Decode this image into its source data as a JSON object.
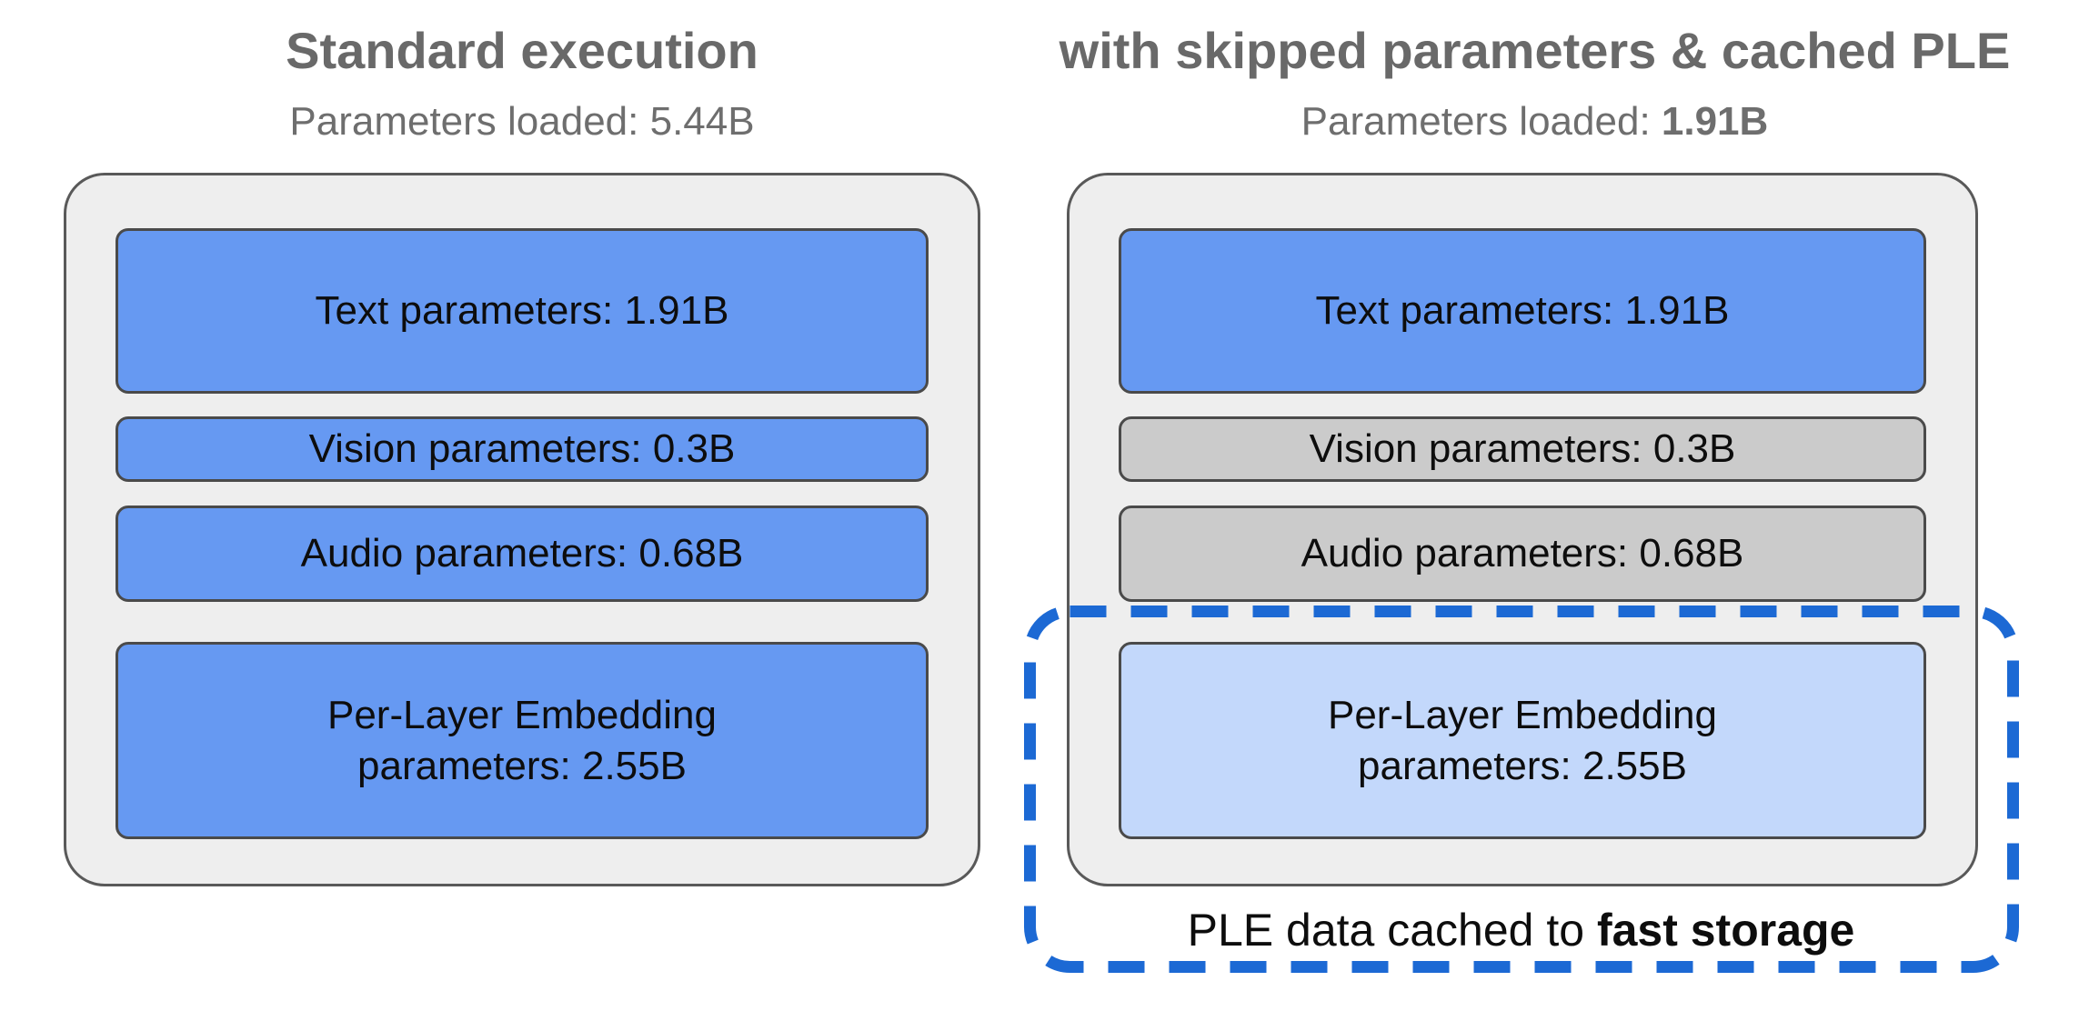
{
  "figure": {
    "panels": [
      {
        "title": "Standard execution",
        "subtitle_label": "Parameters loaded: ",
        "subtitle_value": "5.44B",
        "blocks": [
          {
            "label": "Text parameters: 1.91B",
            "state": "loaded"
          },
          {
            "label": "Vision parameters: 0.3B",
            "state": "loaded"
          },
          {
            "label": "Audio parameters: 0.68B",
            "state": "loaded"
          },
          {
            "label": [
              "Per-Layer Embedding",
              "parameters: 2.55B"
            ],
            "state": "loaded"
          }
        ]
      },
      {
        "title": "with skipped parameters & cached PLE",
        "subtitle_label": "Parameters loaded: ",
        "subtitle_value": "1.91B",
        "blocks": [
          {
            "label": "Text parameters: 1.91B",
            "state": "loaded"
          },
          {
            "label": "Vision parameters: 0.3B",
            "state": "skipped"
          },
          {
            "label": "Audio parameters: 0.68B",
            "state": "skipped"
          },
          {
            "label": [
              "Per-Layer Embedding",
              "parameters: 2.55B"
            ],
            "state": "cached"
          }
        ]
      }
    ],
    "callout": {
      "prefix": "PLE data cached to ",
      "emphasis": "fast storage"
    },
    "colors": {
      "loaded_block": "#6699f2",
      "skipped_block": "#cbcbcb",
      "cached_block": "#c3d8fb",
      "container_fill": "#eeeeee",
      "callout_dash": "#1c69d4",
      "heading_gray": "#696969"
    }
  }
}
